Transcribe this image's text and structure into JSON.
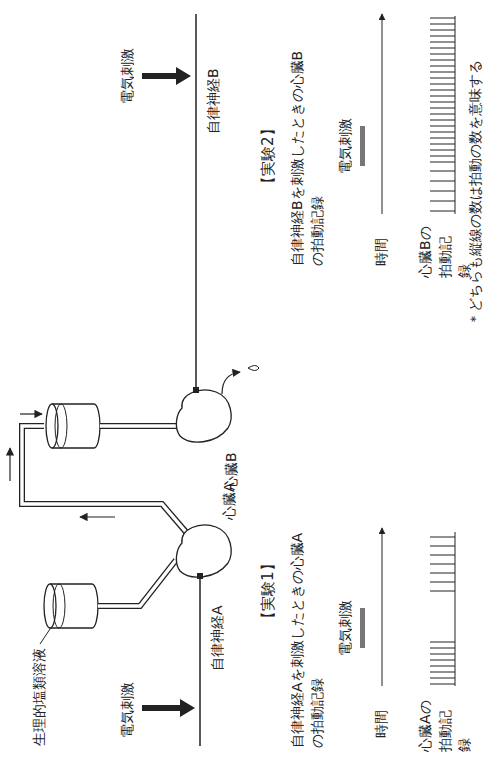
{
  "diagram": {
    "labels": [
      "生理的塩類溶液",
      "電気刺激",
      "自律神経A",
      "心臓A",
      "心臓B",
      "電気刺激",
      "自律神経B",
      "【実験1】",
      "自律神経Aを刺激したときの心臓Aの拍動記録",
      "電気刺激",
      "時間",
      "心臓Aの拍動記録",
      "【実験2】",
      "自律神経Bを刺激したときの心臓Bの拍動記録",
      "電気刺激",
      "時間",
      "心臓Bの拍動記録",
      "＊どちらも縦線の数は拍動の数を意味する"
    ]
  }
}
